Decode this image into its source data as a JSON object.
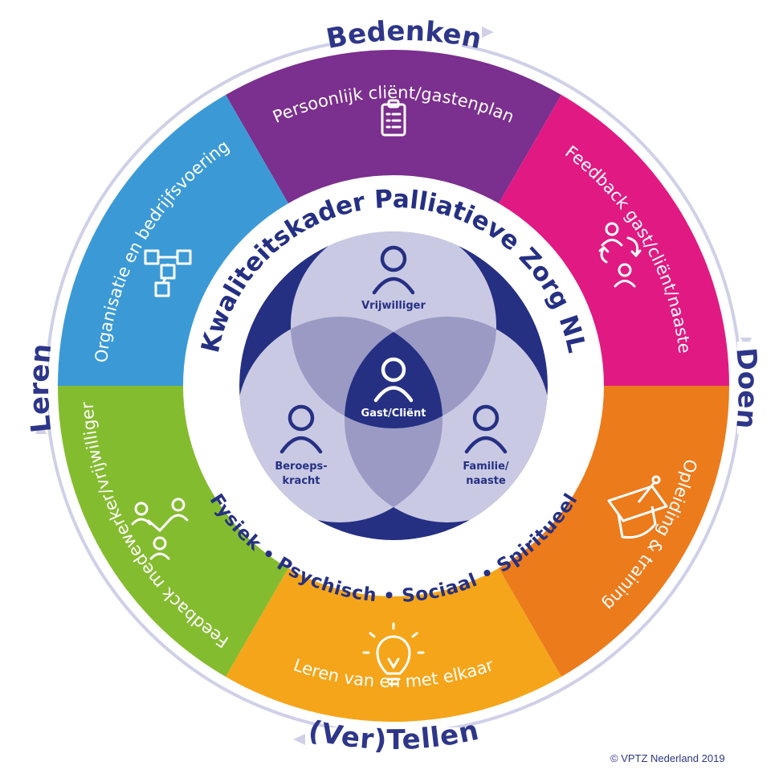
{
  "cycle": {
    "top": "Bedenken",
    "right": "Doen",
    "bottom": "(Ver)Tellen",
    "left": "Leren"
  },
  "segments": {
    "top": "Persoonlijk cliënt/gastenplan",
    "top_right": "Feedback gast/cliënt/naaste",
    "bottom_right": "Opleiding & training",
    "bottom": "Leren van en met elkaar",
    "bottom_left": "Feedback medewerker/vrijwilliger",
    "top_left": "Organisatie en bedrijfsvoering"
  },
  "inner_ring": {
    "title": "Kwaliteitskader Palliatieve Zorg NL",
    "dimensions": "Fysiek • Psychisch • Sociaal • Spiritueel"
  },
  "venn": {
    "top": "Vrijwilliger",
    "left_line1": "Beroeps-",
    "left_line2": "kracht",
    "right_line1": "Familie/",
    "right_line2": "naaste",
    "center": "Gast/Cliënt"
  },
  "copyright": "© VPTZ Nederland 2019",
  "colors": {
    "purple": "#7b2f8e",
    "magenta": "#e01a82",
    "orange": "#ec7b1c",
    "yellow": "#f5a519",
    "green": "#84bc2f",
    "blue": "#3b9ad6",
    "navy": "#253083",
    "lavender": "#c9c9e3"
  },
  "icons": [
    "clipboard-icon",
    "feedback-exchange-icon",
    "graduation-cap-icon",
    "lightbulb-icon",
    "team-feedback-icon",
    "org-chart-icon",
    "person-icon"
  ]
}
